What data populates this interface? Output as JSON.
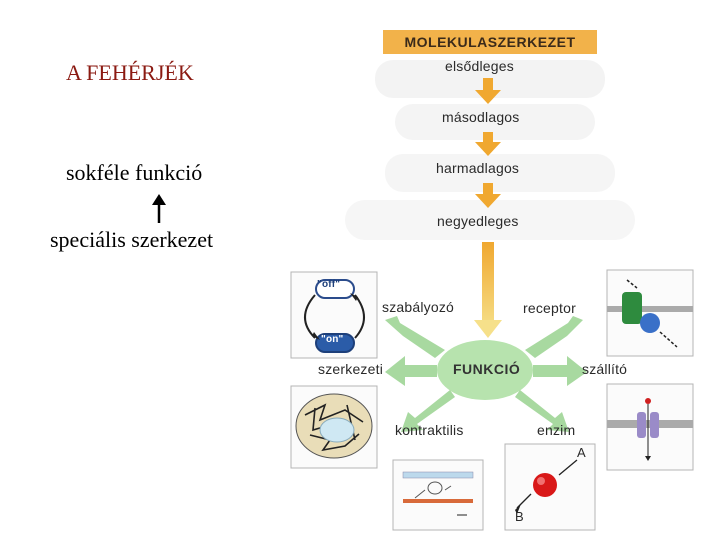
{
  "left": {
    "title": "A FEHÉRJÉK",
    "function_text": "sokféle funkció",
    "structure_text": "speciális szerkezet"
  },
  "figure": {
    "header": "MOLEKULASZERKEZET",
    "levels": [
      "elsődleges",
      "másodlagos",
      "harmadlagos",
      "negyedleges"
    ],
    "center": "FUNKCIÓ",
    "functions": {
      "regulatory": "szabályozó",
      "receptor": "receptor",
      "structural": "szerkezeti",
      "transport": "szállító",
      "contractile": "kontraktilis",
      "enzyme": "enzim"
    },
    "switch_off": "\"off\"",
    "switch_on": "\"on\"",
    "enzyme_a": "A",
    "enzyme_b": "B"
  },
  "colors": {
    "title": "#8b1a12",
    "header_fill": "#f2b24a",
    "level_arrow": "#f0a830",
    "function_arrow": "#a8d9a0",
    "center_blob": "#b7e3ae"
  }
}
